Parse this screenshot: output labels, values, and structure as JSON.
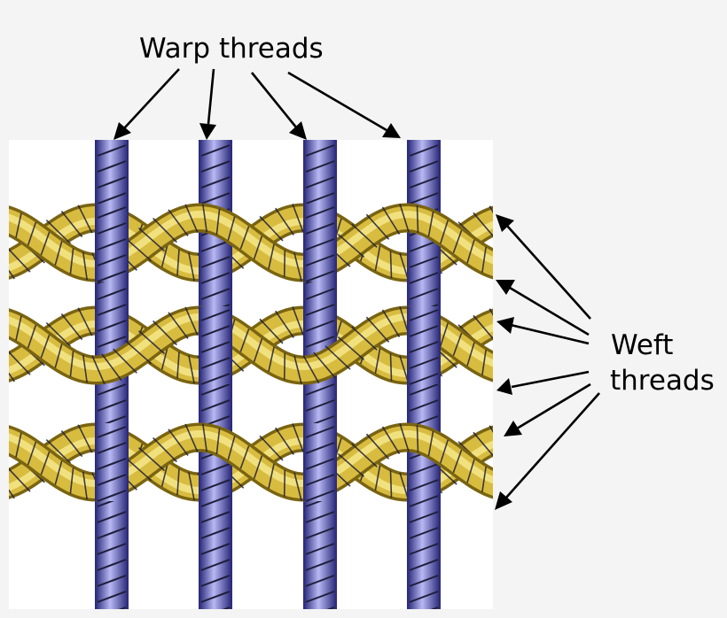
{
  "labels": {
    "warp": "Warp threads",
    "weft_line1": "Weft",
    "weft_line2": "threads"
  },
  "colors": {
    "background": "#f4f4f4",
    "fabric_background": "#ffffff",
    "warp_dark": "#2a2a7a",
    "warp_mid": "#6a6ad8",
    "warp_light": "#b8b8f4",
    "weft_dark": "#7a6410",
    "weft_mid": "#d8bc40",
    "weft_light": "#f6e88a",
    "stripe": "#1e1e3a"
  }
}
